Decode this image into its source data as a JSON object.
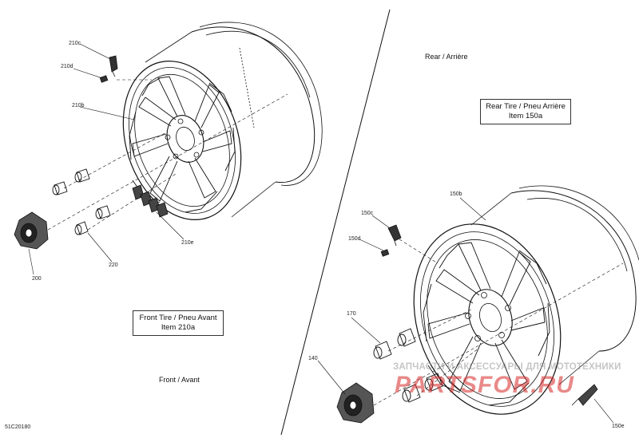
{
  "callouts": {
    "c210c": "210c",
    "c210d": "210d",
    "c210b": "210b",
    "c210e": "210e",
    "c220": "220",
    "c200": "200",
    "c150b": "150b",
    "c150c": "150c",
    "c150d": "150d",
    "c170": "170",
    "c140": "140",
    "c150e": "150e"
  },
  "labels": {
    "rear": "Rear / Arrière",
    "rear_tire_line1": "Rear Tire / Pneu Arrière",
    "rear_tire_line2": "Item 150a",
    "front_tire_line1": "Front Tire / Pneu Avant",
    "front_tire_line2": "Item 210a",
    "front": "Front / Avant",
    "doc_number": "51C20180"
  },
  "watermark": {
    "line1": "ЗАПЧАСТИ И АКСЕССУАРЫ ДЛЯ МОТОТЕХНИКИ",
    "line2": "PARTSFOR.RU"
  }
}
